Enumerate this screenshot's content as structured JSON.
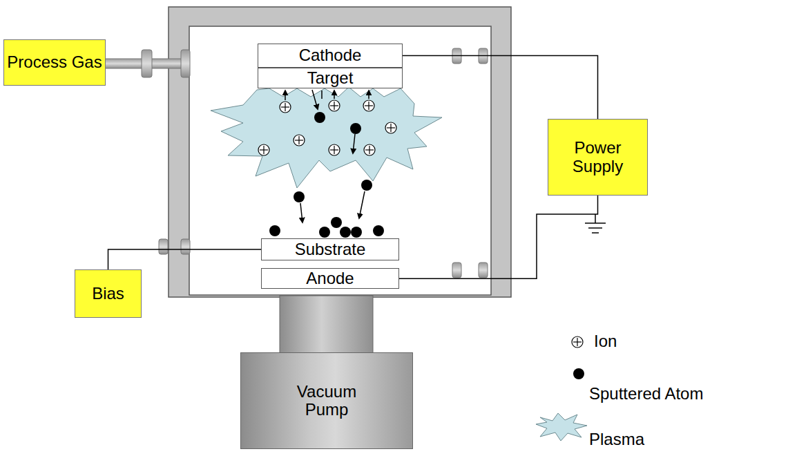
{
  "diagram": {
    "nodes": [
      {
        "text": [
          "Process Gas"
        ]
      },
      {
        "text": [
          "Cathode"
        ]
      },
      {
        "text": [
          "Target"
        ]
      },
      {
        "text": [
          "Power Supply"
        ]
      },
      {
        "text": [
          "Bias"
        ]
      },
      {
        "text": [
          "Substrate"
        ]
      },
      {
        "text": [
          "Anode"
        ]
      },
      {
        "text": [
          "Vacuum Pump"
        ]
      }
    ],
    "edges": [
      {
        "from": 1,
        "to": 3,
        "arrow": "none"
      },
      {
        "from": 3,
        "to": 6,
        "arrow": "none"
      },
      {
        "from": 4,
        "to": 5,
        "arrow": "none"
      }
    ],
    "legend": [
      {
        "text": "Ion"
      },
      {
        "text": "Sputtered Atom"
      },
      {
        "text": "Plasma"
      }
    ]
  }
}
